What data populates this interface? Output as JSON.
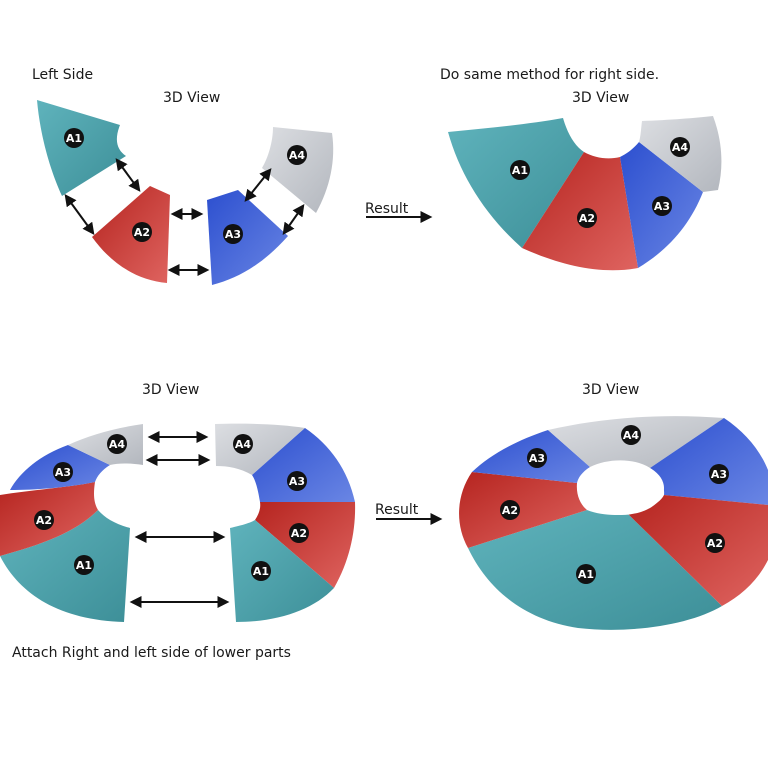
{
  "titles": {
    "left_side": "Left Side",
    "view_top_left": "3D View",
    "right_note": "Do same method for right side.",
    "view_top_right": "3D View",
    "view_bottom_left": "3D View",
    "view_bottom_right": "3D View",
    "attach_note": "Attach Right and left side of lower parts"
  },
  "result_labels": {
    "top": "Result",
    "bottom": "Result"
  },
  "pieces": {
    "a1": "A1",
    "a2": "A2",
    "a3": "A3",
    "a4": "A4"
  },
  "colors": {
    "a1": "#4a9ea8",
    "a2": "#cf3b35",
    "a3": "#3f62d6",
    "a4": "#c3c6cc",
    "arrow": "#111111",
    "badge": "#111111"
  }
}
